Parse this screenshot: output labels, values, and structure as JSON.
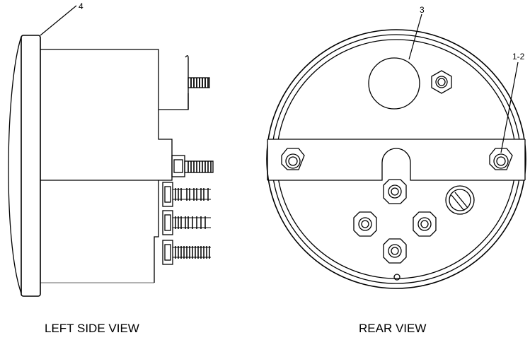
{
  "callouts": {
    "bezel": "4",
    "window": "3",
    "mounting_nut": "1-2"
  },
  "captions": {
    "left": "LEFT SIDE VIEW",
    "rear": "REAR VIEW"
  }
}
